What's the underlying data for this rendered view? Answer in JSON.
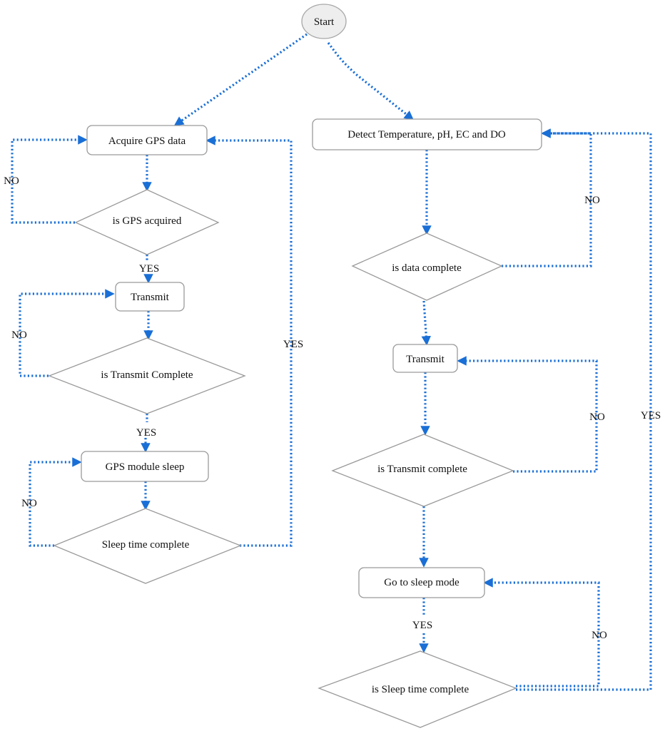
{
  "colors": {
    "connector": "#1a6fd6",
    "node_border": "#9a9a9a",
    "start_fill": "#eeeeee"
  },
  "nodes": {
    "start": "Start",
    "acquire_gps": "Acquire GPS data",
    "is_gps_acquired": "is GPS acquired",
    "transmit_left": "Transmit",
    "is_transmit_complete_left": "is Transmit Complete",
    "gps_module_sleep": "GPS module sleep",
    "sleep_time_complete_left": "Sleep time complete",
    "detect_sensors": "Detect Temperature, pH, EC and DO",
    "is_data_complete": "is data complete",
    "transmit_right": "Transmit",
    "is_transmit_complete_right": "is Transmit complete",
    "go_to_sleep_mode": "Go to sleep mode",
    "is_sleep_time_complete_right": "is Sleep time complete"
  },
  "edge_labels": {
    "gps_no": "NO",
    "gps_yes": "YES",
    "transmit_left_no": "NO",
    "transmit_left_yes": "YES",
    "sleep_left_no": "NO",
    "sleep_left_yes": "YES",
    "data_no": "NO",
    "transmit_right_no": "NO",
    "sleep_mode_yes": "YES",
    "sleep_right_no": "NO",
    "sleep_right_yes": "YES"
  }
}
